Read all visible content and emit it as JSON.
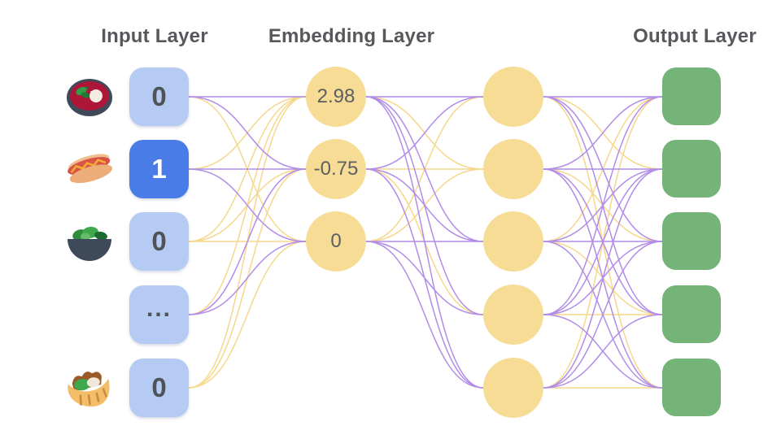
{
  "titles": {
    "input": "Input Layer",
    "embedding": "Embedding Layer",
    "output": "Output Layer"
  },
  "input_layer": {
    "nodes": [
      {
        "icon": "soup-bowl",
        "value": "0",
        "active": false
      },
      {
        "icon": "hot-dog",
        "value": "1",
        "active": true
      },
      {
        "icon": "salad-bowl",
        "value": "0",
        "active": false
      },
      {
        "icon": null,
        "value": "...",
        "active": false
      },
      {
        "icon": "pita-wrap",
        "value": "0",
        "active": false
      }
    ]
  },
  "embedding_layer": {
    "nodes": [
      {
        "value": "2.98"
      },
      {
        "value": "-0.75"
      },
      {
        "value": "0"
      }
    ]
  },
  "hidden_layer": {
    "node_count": 5,
    "values": [
      "",
      "",
      "",
      "",
      ""
    ]
  },
  "output_layer": {
    "node_count": 5
  },
  "edges": {
    "color_key": {
      "p": "purple",
      "y": "yellow"
    },
    "input_to_embedding": [
      [
        "p",
        "p",
        "y"
      ],
      [
        "y",
        "p",
        "p"
      ],
      [
        "y",
        "y",
        "y"
      ],
      [
        "y",
        "p",
        "p"
      ],
      [
        "y",
        "y",
        "y"
      ]
    ],
    "embedding_to_hidden": [
      [
        "p",
        "y",
        "p",
        "p",
        "p"
      ],
      [
        "p",
        "y",
        "p",
        "y",
        "p"
      ],
      [
        "y",
        "y",
        "p",
        "p",
        "p"
      ]
    ],
    "hidden_to_output": [
      [
        "p",
        "y",
        "p",
        "p",
        "y"
      ],
      [
        "p",
        "p",
        "y",
        "p",
        "p"
      ],
      [
        "y",
        "p",
        "p",
        "y",
        "p"
      ],
      [
        "p",
        "p",
        "p",
        "y",
        "p"
      ],
      [
        "y",
        "p",
        "p",
        "p",
        "y"
      ]
    ]
  },
  "colors": {
    "input_node": "#B6CBF3",
    "input_node_active": "#4A7CE8",
    "embedding_node": "#F6DC94",
    "hidden_node": "#F6DC94",
    "output_node": "#74B478",
    "edge_purple": "#B18CE8",
    "edge_yellow": "#F6D78C",
    "title_text": "#57585B",
    "value_text": "#4E5358"
  }
}
